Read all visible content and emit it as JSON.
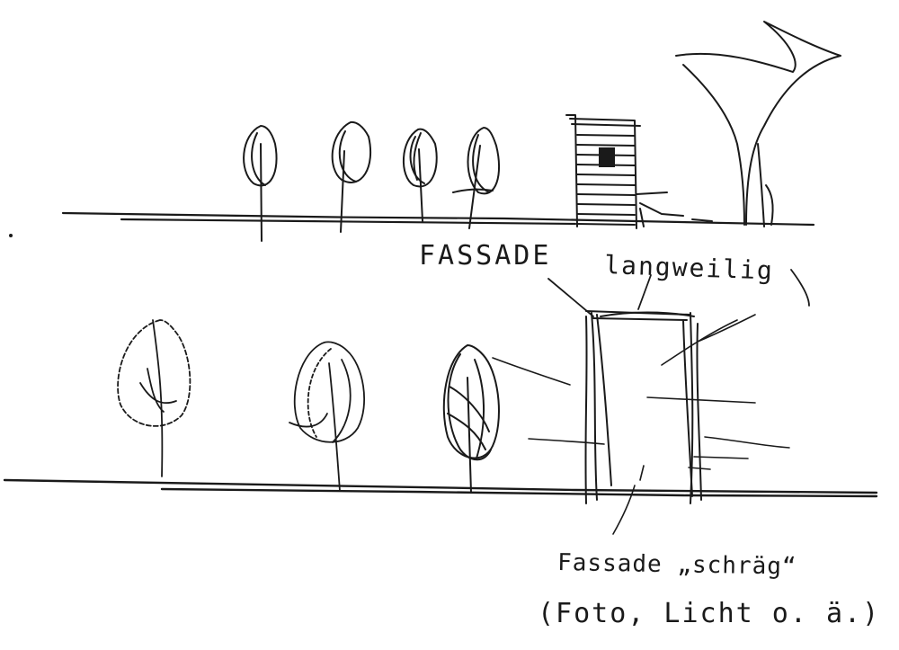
{
  "labels": {
    "top_fassade": "FASSADE",
    "top_note": "langweilig",
    "bottom_note_line1": "Fassade „schräg“",
    "bottom_note_line2": "(Foto, Licht o. ä.)"
  },
  "ink_color": "#1a1a1a"
}
